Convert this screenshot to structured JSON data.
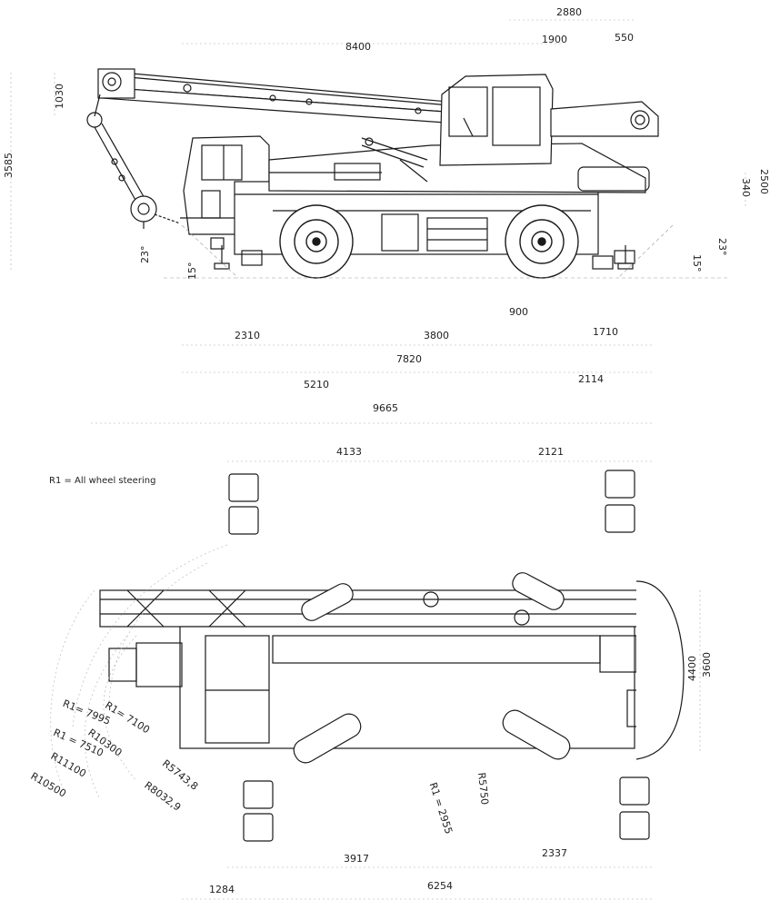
{
  "side_view": {
    "top_dims": {
      "d2880": "2880",
      "d1900": "1900",
      "d550": "550",
      "d8400": "8400"
    },
    "left_dims": {
      "d1030": "1030",
      "d3585": "3585"
    },
    "right_dims": {
      "d340": "340",
      "d2500": "2500"
    },
    "angles": {
      "front_23": "23°",
      "front_15": "15°",
      "rear_15": "15°",
      "rear_23": "23°"
    },
    "bottom_dims": {
      "d900": "900",
      "d2310": "2310",
      "d3800": "3800",
      "d1710": "1710",
      "d7820": "7820",
      "d5210": "5210",
      "d2114": "2114",
      "d9665": "9665"
    }
  },
  "top_view": {
    "top_dims": {
      "d4133": "4133",
      "d2121": "2121"
    },
    "steering_note": "R1 = All wheel steering",
    "right_dims": {
      "d4400": "4400",
      "d3600": "3600"
    },
    "radii": {
      "r7100": "R1= 7100",
      "r7995": "R1= 7995",
      "r10300": "R10300",
      "r7510": "R1 = 7510",
      "r11100": "R11100",
      "r10500": "R10500",
      "r5743": "R5743,8",
      "r8032": "R8032,9",
      "r2955": "R1 = 2955",
      "r5750": "R5750"
    },
    "bottom_dims": {
      "d3917": "3917",
      "d2337": "2337",
      "d1284": "1284",
      "d6254": "6254"
    }
  }
}
